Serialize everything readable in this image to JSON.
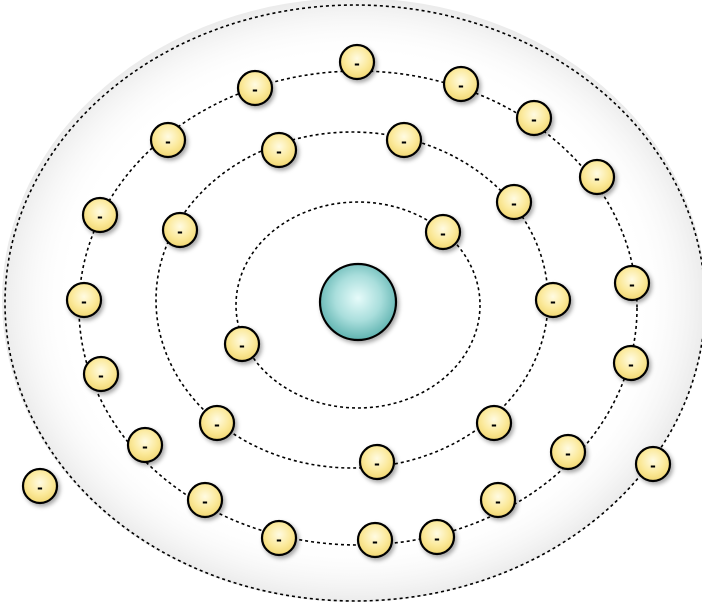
{
  "atom": {
    "electron_symbol": "-",
    "colors": {
      "nucleus": "#8fd1cf",
      "electron": "#fbe99a",
      "orbit": "#000000"
    },
    "shells": [
      {
        "name": "shell-1",
        "electron_count": 2
      },
      {
        "name": "shell-2",
        "electron_count": 8
      },
      {
        "name": "shell-3",
        "electron_count": 18
      },
      {
        "name": "shell-4",
        "electron_count": 2
      }
    ],
    "total_electrons": 30
  }
}
